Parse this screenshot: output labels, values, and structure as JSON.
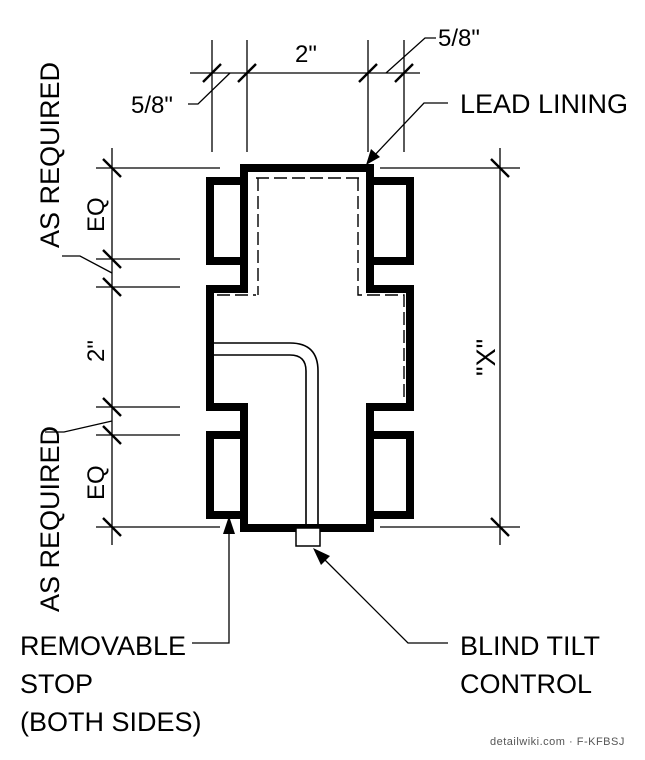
{
  "labels": {
    "lead_lining": "LEAD LINING",
    "blind_tilt_line1": "BLIND TILT",
    "blind_tilt_line2": "CONTROL",
    "removable_line1": "REMOVABLE",
    "removable_line2": "STOP",
    "removable_line3": "(BOTH SIDES)",
    "as_required_top": "AS REQUIRED",
    "as_required_bottom": "AS REQUIRED"
  },
  "dimensions": {
    "top_left_5_8": "5/8\"",
    "top_center_2": "2\"",
    "top_right_5_8": "5/8\"",
    "left_eq_top": "EQ",
    "left_2": "2\"",
    "left_eq_bottom": "EQ",
    "right_x": "\"X\""
  },
  "watermark": "detailwiki.com · F-KFBSJ",
  "colors": {
    "line": "#000000",
    "background": "#ffffff",
    "watermark": "#555555"
  }
}
